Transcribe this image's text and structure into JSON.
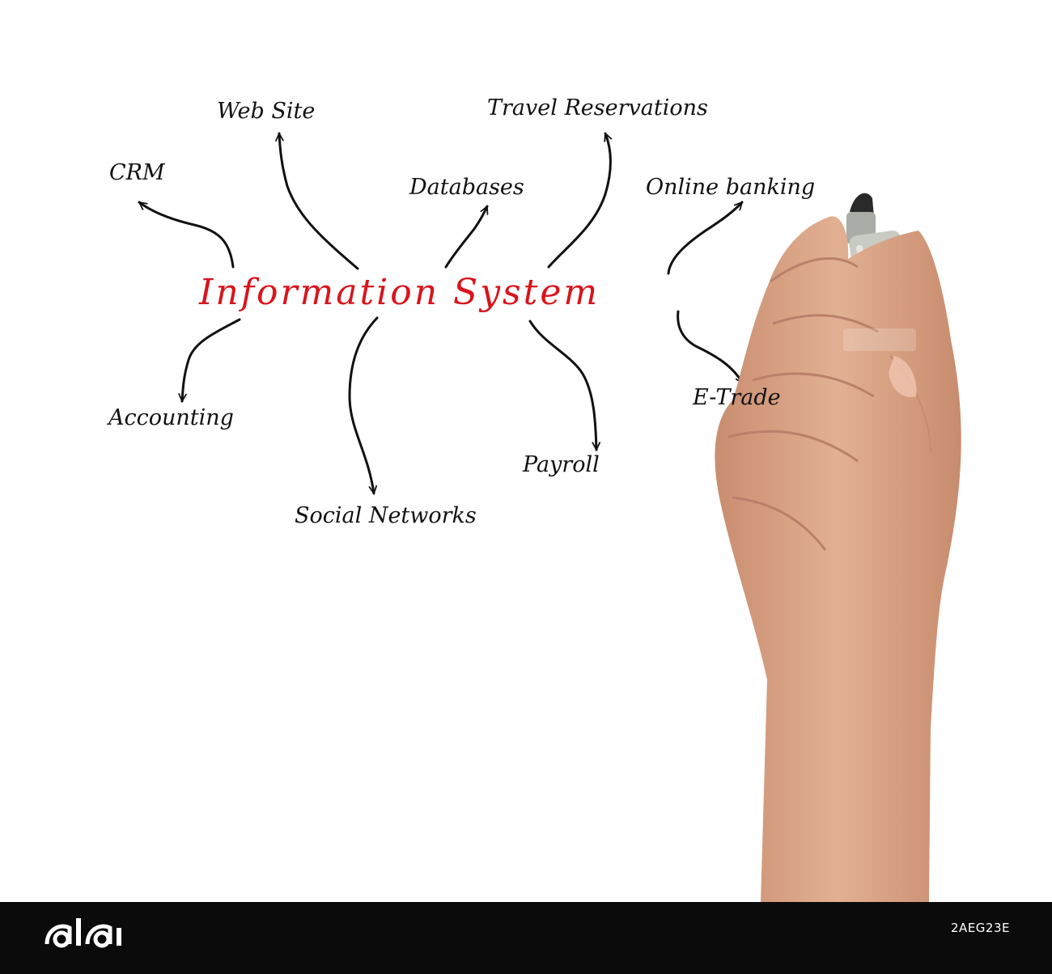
{
  "diagram": {
    "center": "Information System",
    "nodes": {
      "crm": "CRM",
      "web_site": "Web Site",
      "databases": "Databases",
      "travel_reservations": "Travel Reservations",
      "online_banking": "Online banking",
      "accounting": "Accounting",
      "social_networks": "Social Networks",
      "payroll": "Payroll",
      "e_trade": "E-Trade"
    }
  },
  "watermark": {
    "brand": "alamy",
    "image_id": "2AEG23E"
  },
  "colors": {
    "title": "#d8141c",
    "ink": "#111111",
    "footer_bg": "#0b0b0b",
    "skin": "#dfa98a",
    "skin_shadow": "#b9806a",
    "marker_body": "#c8cac4"
  }
}
